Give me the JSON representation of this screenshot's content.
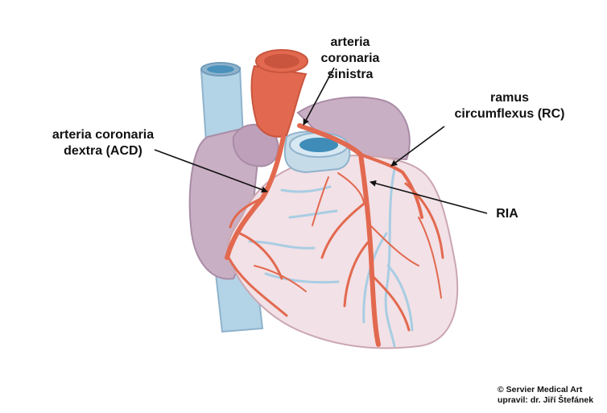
{
  "labels": {
    "sinistra": [
      "arteria",
      "coronaria",
      "sinistra"
    ],
    "circumflexus": [
      "ramus",
      "circumflexus (RC)"
    ],
    "dextra": [
      "arteria coronaria",
      "dextra (ACD)"
    ],
    "ria": "RIA"
  },
  "credit": {
    "line1": "© Servier Medical Art",
    "line2": "upravil: dr. Jiří Štefánek"
  },
  "colors": {
    "artery": "#e2694f",
    "artery_dark": "#c9553e",
    "vein": "#b3d3e6",
    "vein_dark": "#8fb3cc",
    "atrium": "#c9afc4",
    "atrium_dark": "#a98ca6",
    "ventricle": "#f2e1e6",
    "ventricle_edge": "#caa6b0",
    "arrow": "#111111"
  }
}
